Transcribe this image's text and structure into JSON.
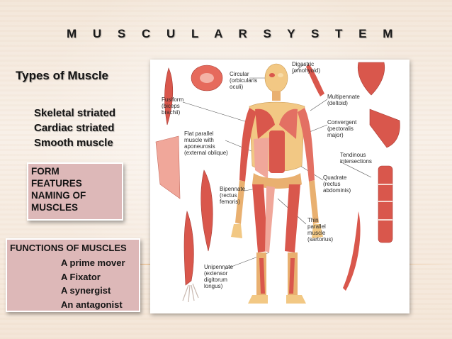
{
  "slide": {
    "title": "M U S C U L A R   S Y S T E M",
    "types_heading": "Types of Muscle",
    "types": [
      "Skeletal striated",
      "Cardiac striated",
      "Smooth muscle"
    ],
    "form_box": [
      "FORM",
      "FEATURES",
      "NAMING OF",
      "MUSCLES"
    ],
    "functions_heading": "FUNCTIONS OF MUSCLES",
    "functions": [
      "A prime mover",
      "A Fixator",
      "A synergist",
      "An antagonist"
    ]
  },
  "figure": {
    "labels": {
      "circular": "Circular\n(orbicularis\noculi)",
      "digastric": "Digastric\n(omohyoid)",
      "fusiform": "Fusiform\n(biceps\nbrachii)",
      "multipennate": "Multipennate\n(deltoid)",
      "convergent": "Convergent\n(pectoralis\nmajor)",
      "flat_parallel": "Flat parallel\nmuscle with\naponeurosis\n(external oblique)",
      "tendinous": "Tendinous\nintersections",
      "quadrate": "Quadrate\n(rectus\nabdominis)",
      "bipennate": "Bipennate\n(rectus\nfemoris)",
      "thin_parallel": "Thin\nparallel\nmuscle\n(sartorius)",
      "unipennate": "Unipennate\n(extensor\ndigitorum\nlongus)"
    }
  },
  "colors": {
    "muscle": "#d9574c",
    "muscle_light": "#f0a79a",
    "bone": "#f2c884",
    "box_fill": "#ddb8b8"
  }
}
